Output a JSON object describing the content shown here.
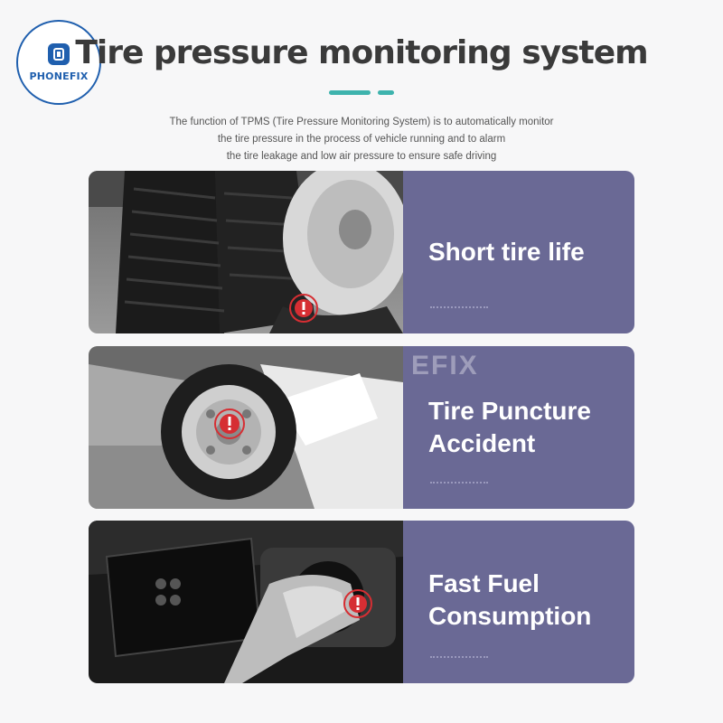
{
  "brand": {
    "name": "PHONEFIX",
    "primary_color": "#1f5fae",
    "logo_icon": "phonefix-logo-icon"
  },
  "header": {
    "title": "Tire pressure monitoring system",
    "accent_color": "#3eb3ad",
    "description": [
      "The function of TPMS (Tire Pressure Monitoring System) is to automatically monitor",
      "the tire pressure in the process of  vehicle running  and to alarm",
      "the tire leakage and low air pressure to ensure safe driving"
    ]
  },
  "cards": [
    {
      "lines": [
        "Short tire life"
      ],
      "image": "flat-tire-photo",
      "icon": "warning-icon"
    },
    {
      "lines": [
        "Tire Puncture",
        "Accident"
      ],
      "image": "crashed-car-tire-photo",
      "icon": "warning-icon"
    },
    {
      "lines": [
        "Fast Fuel",
        "Consumption"
      ],
      "image": "ev-charging-port-photo",
      "icon": "warning-icon"
    }
  ],
  "watermark": "EFIX",
  "colors": {
    "panel": "#6a6995",
    "warning": "#d62e33",
    "background": "#f7f7f8"
  }
}
